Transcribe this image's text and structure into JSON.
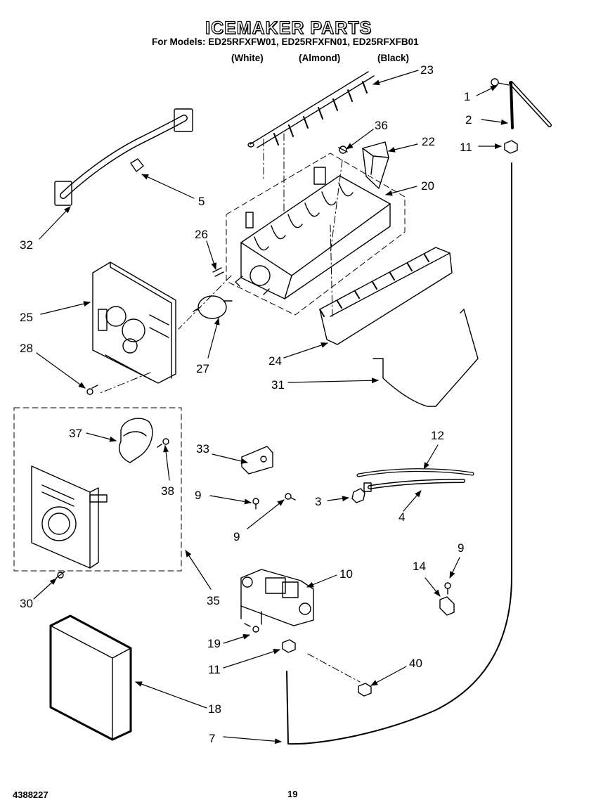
{
  "header": {
    "title": "ICEMAKER PARTS",
    "models_line": "For Models: ED25RFXFW01, ED25RFXFN01, ED25RFXFB01",
    "versions": [
      "(White)",
      "(Almond)",
      "(Black)"
    ]
  },
  "callouts": [
    "1",
    "2",
    "11",
    "23",
    "36",
    "22",
    "20",
    "5",
    "32",
    "26",
    "25",
    "27",
    "24",
    "28",
    "31",
    "37",
    "38",
    "33",
    "12",
    "9",
    "3",
    "4",
    "9",
    "30",
    "35",
    "10",
    "14",
    "9",
    "19",
    "11",
    "40",
    "18",
    "7"
  ],
  "footer": {
    "doc_number": "4388227",
    "page_number": "19"
  },
  "colors": {
    "line": "#000000",
    "background": "#ffffff"
  }
}
